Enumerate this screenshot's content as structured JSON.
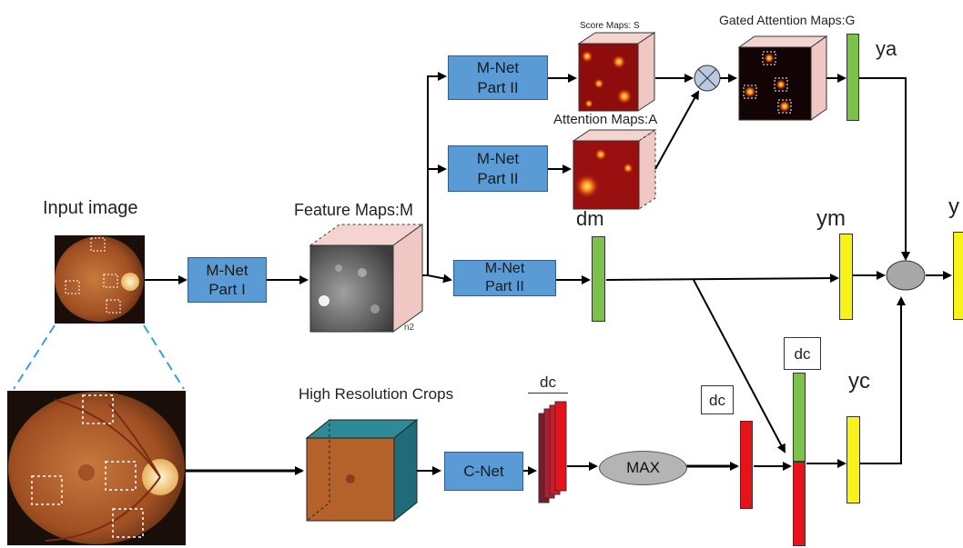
{
  "labels": {
    "input_image": "Input image",
    "feature_maps": "Feature Maps:M",
    "score_maps": "Score Maps: S",
    "attention_maps": "Attention Maps:A",
    "gated_maps": "Gated Attention Maps:G",
    "hr_crops": "High Resolution Crops",
    "ya": "ya",
    "ym": "ym",
    "yc": "yc",
    "y": "y",
    "dm": "dm",
    "dc_top": "dc",
    "dc_mid": "dc",
    "dc_right": "dc",
    "cube_corner": "n2"
  },
  "boxes": {
    "mnet1": "M-Net\nPart I",
    "mnet2_score": "M-Net\nPart II",
    "mnet2_att": "M-Net\nPart II",
    "mnet2_main": "M-Net\nPart II",
    "cnet": "C-Net",
    "max": "MAX"
  },
  "colors": {
    "box_blue": "#5b9bd5",
    "green": "#7cc14a",
    "yellow": "#f6f21a",
    "red": "#e8121b",
    "teal": "#1f6b7a",
    "fundus": "#b5612a",
    "dash_blue": "#3aa0d8"
  }
}
